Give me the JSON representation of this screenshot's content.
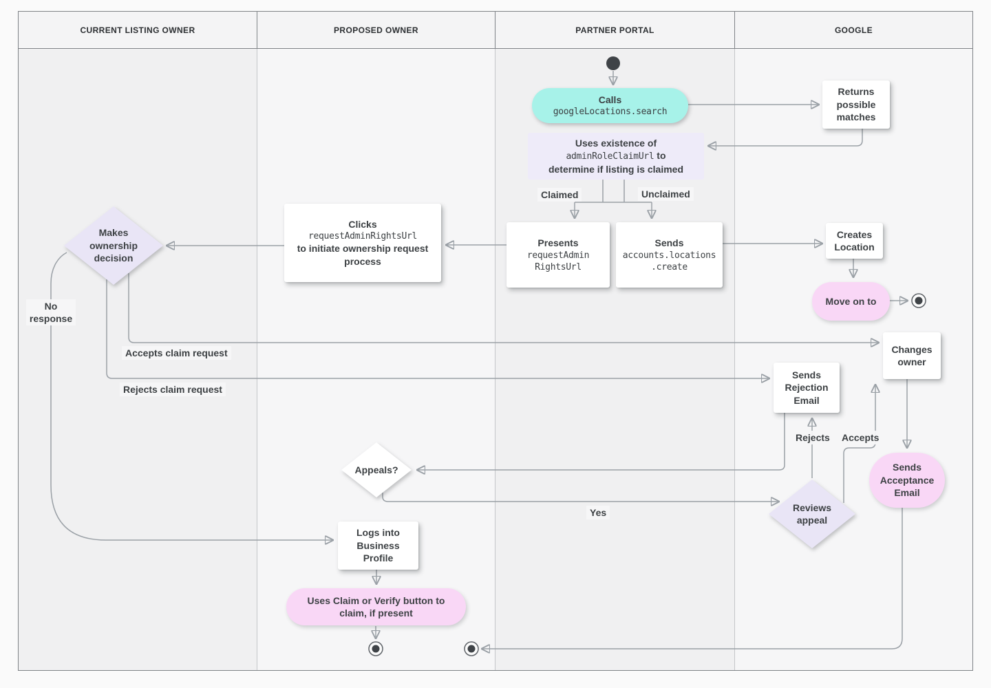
{
  "lanes": [
    {
      "label": "CURRENT LISTING OWNER"
    },
    {
      "label": "PROPOSED OWNER"
    },
    {
      "label": "PARTNER PORTAL"
    },
    {
      "label": "GOOGLE"
    }
  ],
  "nodes": {
    "calls": {
      "title": "Calls",
      "code": "googleLocations.search"
    },
    "returns_matches": {
      "text": "Returns possible matches"
    },
    "uses_existence": {
      "line1": "Uses existence of",
      "code": "adminRoleClaimUrl",
      "line2_suffix": " to",
      "line3": "determine if listing is claimed"
    },
    "presents_url": {
      "title": "Presents",
      "code_line1": "requestAdmin",
      "code_line2": "RightsUrl"
    },
    "sends_create": {
      "title": "Sends",
      "code_line1": "accounts.locations",
      "code_line2": ".create"
    },
    "clicks_url": {
      "title": "Clicks",
      "code": "requestAdminRightsUrl",
      "rest": "to initiate ownership request process"
    },
    "creates_location": {
      "text": "Creates Location"
    },
    "move_on": {
      "text": "Move on to"
    },
    "makes_decision": {
      "text": "Makes ownership decision"
    },
    "changes_owner": {
      "text": "Changes owner"
    },
    "sends_rejection": {
      "text": "Sends Rejection Email"
    },
    "sends_acceptance": {
      "text": "Sends Acceptance Email"
    },
    "appeals": {
      "text": "Appeals?"
    },
    "reviews_appeal": {
      "text": "Reviews appeal"
    },
    "logs_in": {
      "text": "Logs into Business Profile"
    },
    "claim_verify": {
      "text": "Uses Claim or Verify button to claim, if present"
    }
  },
  "edge_labels": {
    "claimed": "Claimed",
    "unclaimed": "Unclaimed",
    "accepts_claim": "Accepts claim request",
    "rejects_claim": "Rejects claim request",
    "no_response": "No response",
    "yes": "Yes",
    "rejects": "Rejects",
    "accepts": "Accepts"
  },
  "colors": {
    "teal": "#a7f2e9",
    "pink": "#f9d7f6",
    "lavender_box": "#eeebf9",
    "lavender_diamond": "#e9e5f6",
    "line": "#9aa0a6",
    "text": "#3c4043"
  }
}
